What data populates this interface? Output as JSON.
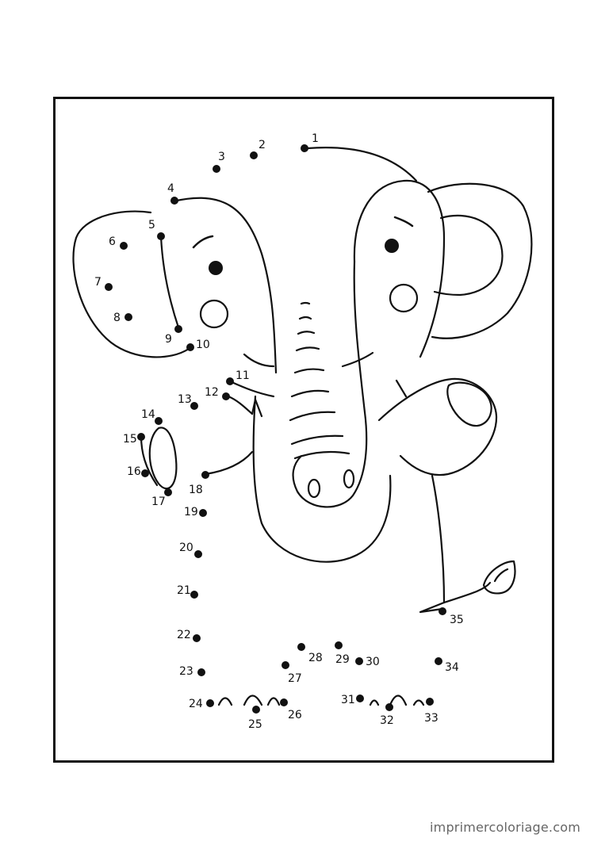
{
  "page": {
    "footer_text": "imprimercoloriage.com",
    "ink_color": "#111111",
    "paper_color": "#ffffff",
    "footer_color": "#666666"
  },
  "illustration": {
    "subject_icon": "elephant-outline",
    "dots": [
      {
        "n": "1"
      },
      {
        "n": "2"
      },
      {
        "n": "3"
      },
      {
        "n": "4"
      },
      {
        "n": "5"
      },
      {
        "n": "6"
      },
      {
        "n": "7"
      },
      {
        "n": "8"
      },
      {
        "n": "9"
      },
      {
        "n": "10"
      },
      {
        "n": "11"
      },
      {
        "n": "12"
      },
      {
        "n": "13"
      },
      {
        "n": "14"
      },
      {
        "n": "15"
      },
      {
        "n": "16"
      },
      {
        "n": "17"
      },
      {
        "n": "18"
      },
      {
        "n": "19"
      },
      {
        "n": "20"
      },
      {
        "n": "21"
      },
      {
        "n": "22"
      },
      {
        "n": "23"
      },
      {
        "n": "24"
      },
      {
        "n": "25"
      },
      {
        "n": "26"
      },
      {
        "n": "27"
      },
      {
        "n": "28"
      },
      {
        "n": "29"
      },
      {
        "n": "30"
      },
      {
        "n": "31"
      },
      {
        "n": "32"
      },
      {
        "n": "33"
      },
      {
        "n": "34"
      },
      {
        "n": "35"
      }
    ]
  }
}
